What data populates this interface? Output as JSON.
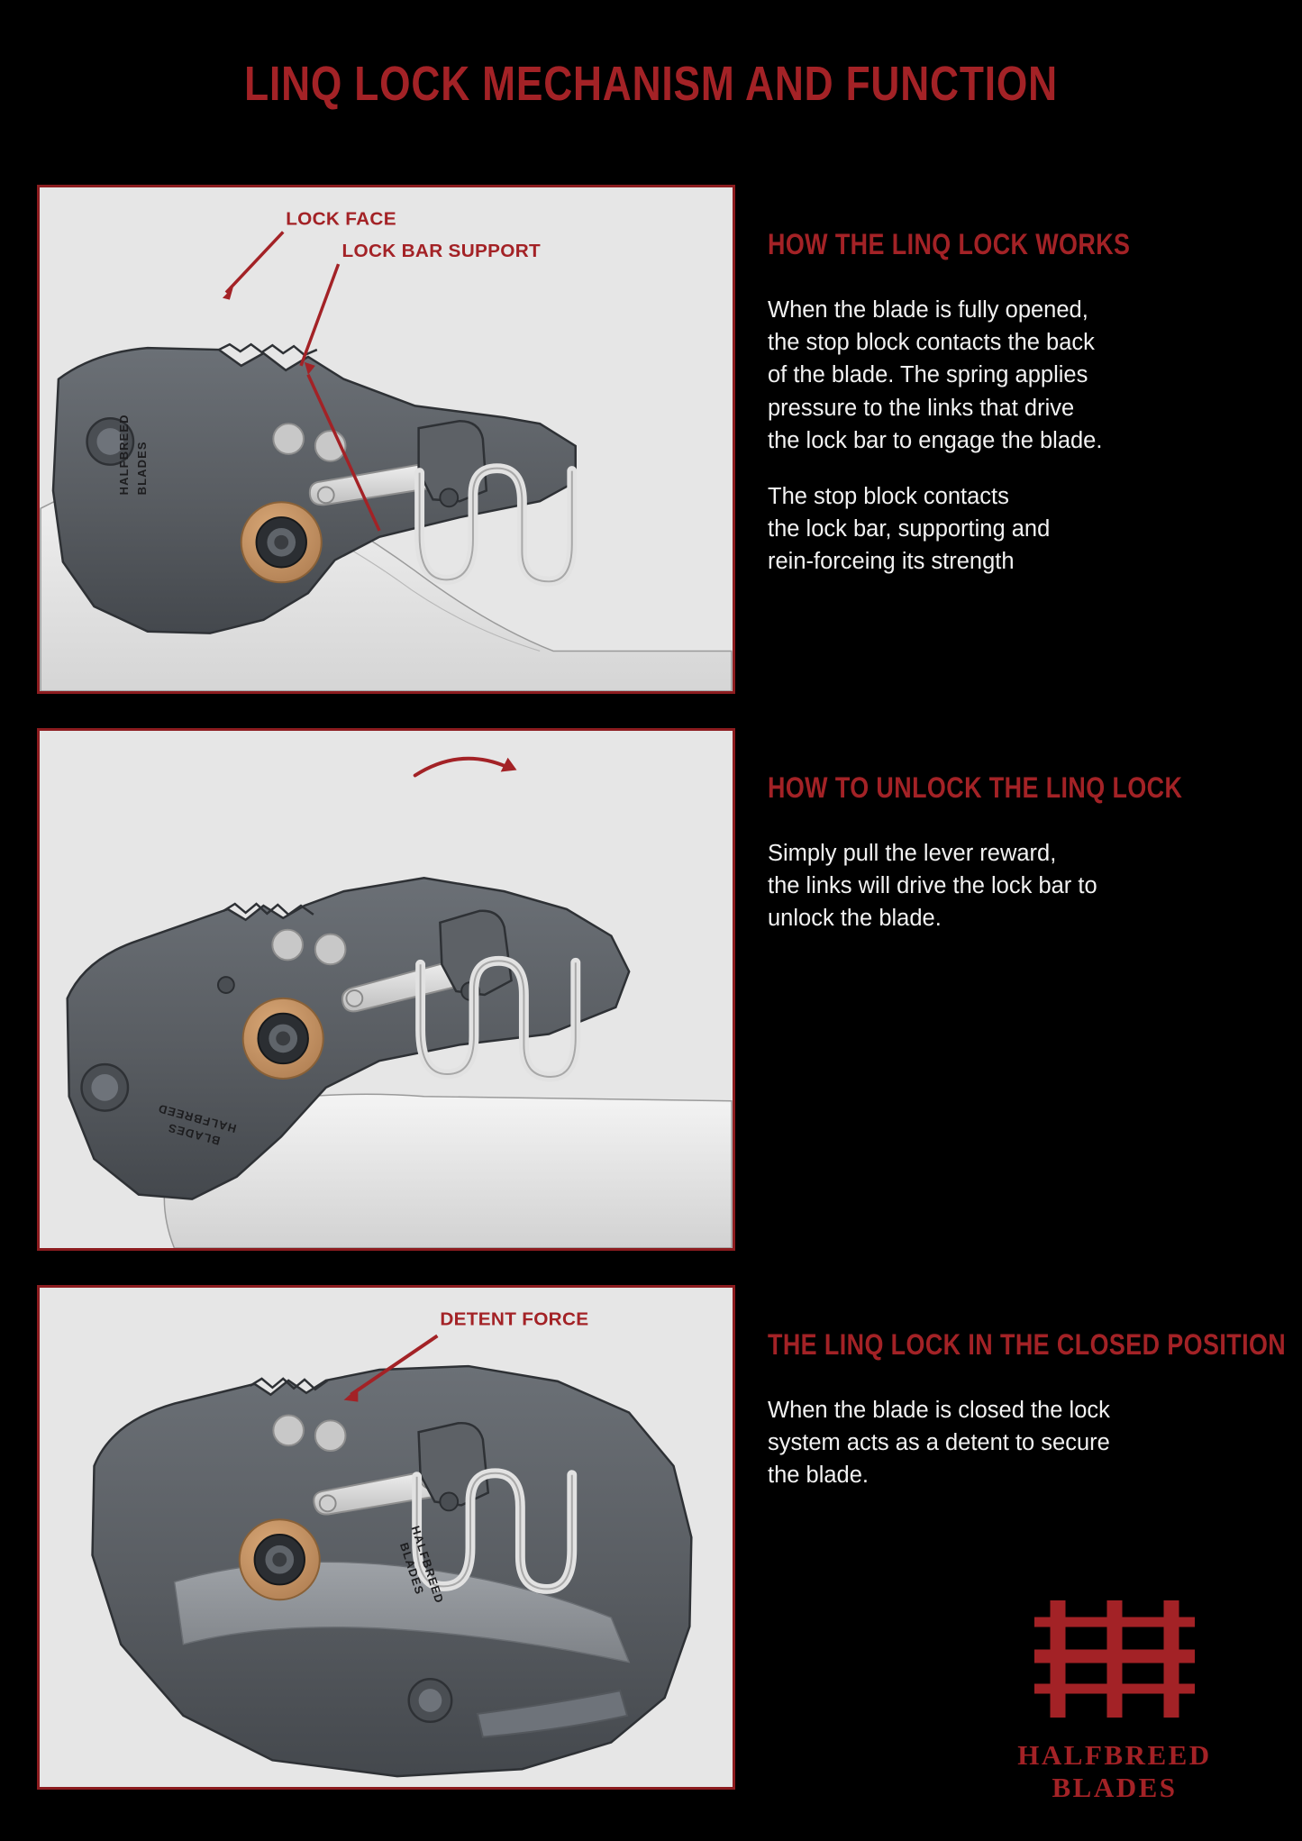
{
  "title": "LINQ LOCK MECHANISM AND FUNCTION",
  "colors": {
    "background": "#000000",
    "accent_red": "#a32226",
    "panel_border": "#8c1c1f",
    "panel_bg": "#e6e6e6",
    "body_text": "#f2f2f2",
    "knife_body": "#5d6166",
    "knife_body_dark": "#4a4e53",
    "pivot_bronze": "#c79367",
    "hardware_silver": "#d9d9d9",
    "blade_light": "#e9e9e9"
  },
  "sections": [
    {
      "id": "how-it-works",
      "heading": "HOW THE LINQ LOCK WORKS",
      "paragraphs": [
        "When the blade is fully opened,\nthe stop block contacts the back\nof the blade. The spring applies\npressure to the links that drive\nthe lock bar to engage the blade.",
        "The stop block contacts\nthe lock bar, supporting and\nrein-forceing its strength"
      ],
      "panel": {
        "name": "open-position-diagram",
        "annotations": [
          {
            "label": "LOCK FACE"
          },
          {
            "label": "LOCK BAR SUPPORT"
          }
        ],
        "etch_text": "HALFBREED\nBLADES"
      }
    },
    {
      "id": "how-to-unlock",
      "heading": "HOW TO UNLOCK THE LINQ LOCK",
      "paragraphs": [
        "Simply pull the lever reward,\nthe links will drive the lock bar to\nunlock the blade."
      ],
      "panel": {
        "name": "unlocking-diagram",
        "annotations": [],
        "etch_text": "HALFBREED\nBLADES"
      }
    },
    {
      "id": "closed-position",
      "heading": "THE LINQ LOCK IN THE CLOSED POSITION",
      "paragraphs": [
        "When the blade is closed the lock\nsystem acts as a detent to secure\nthe blade."
      ],
      "panel": {
        "name": "closed-position-diagram",
        "annotations": [
          {
            "label": "DETENT FORCE"
          }
        ],
        "etch_text": "HALFBREED\nBLADES"
      }
    }
  ],
  "logo": {
    "mark": "hb-monogram-icon",
    "name": "HALFBREED\nBLADES"
  }
}
